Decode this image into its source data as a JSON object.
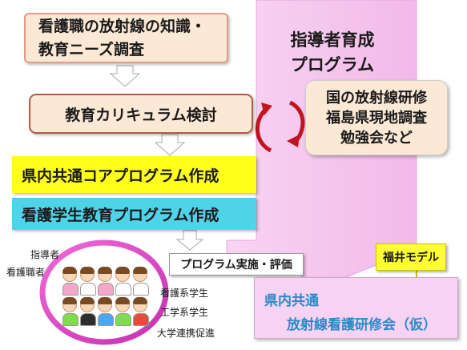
{
  "colors": {
    "band": "#f6caf0",
    "cycle_arrow": "#c0141e",
    "flow_arrow": "#ffffff",
    "core_box": "#ffff1a",
    "student_box": "#4fd3e8",
    "fukui_tag": "#ffff33",
    "training_text": "#2a8ac9",
    "ring": "#e64ecf"
  },
  "survey": {
    "line1": "看護職の放射線の知識・",
    "line2": "教育ニーズ調査"
  },
  "curriculum": {
    "label": "教育カリキュラム検討"
  },
  "core_program": {
    "label": "県内共通コアプログラム作成"
  },
  "student_program": {
    "label": "看護学生教育プログラム作成"
  },
  "band": {
    "line1": "指導者育成",
    "line2": "プログラム"
  },
  "study": {
    "line1": "国の放射線研修",
    "line2": "福島県現地調査",
    "line3": "勉強会など"
  },
  "implementation": {
    "label": "プログラム実施・評価"
  },
  "fukui_tag": {
    "label": "福井モデル"
  },
  "training": {
    "line1": "県内共通",
    "line2": "放射線看護研修会（仮）"
  },
  "people": {
    "leaders": "指導者",
    "nurses": "看護職者",
    "nursing_students": "看護系学生",
    "engineering_students": "工学系学生",
    "university_collab": "大学連携促進",
    "shirt_colors": [
      "#f4a8c8",
      "#ffffff",
      "#f4a8c8",
      "#ffffff",
      "#ffffff",
      "#7fdc4a",
      "#2d2d2d",
      "#4aa8f0",
      "#7fdc4a",
      "#e84a3a"
    ]
  }
}
